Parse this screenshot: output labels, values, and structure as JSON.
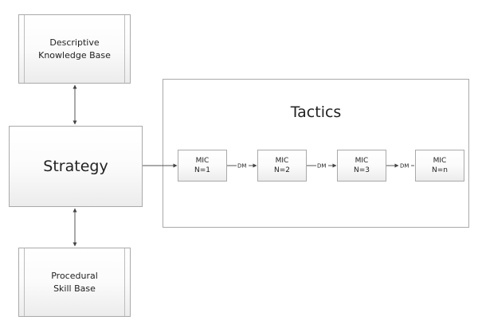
{
  "nodes": {
    "knowledge_base": "Descriptive\nKnowledge Base",
    "strategy": "Strategy",
    "skill_base": "Procedural\nSkill Base",
    "tactics": "Tactics",
    "mic": [
      "MIC\nN=1",
      "MIC\nN=2",
      "MIC\nN=3",
      "MIC\nN=n"
    ]
  },
  "edges": {
    "dm_labels": [
      "DM",
      "DM",
      "DM"
    ]
  }
}
